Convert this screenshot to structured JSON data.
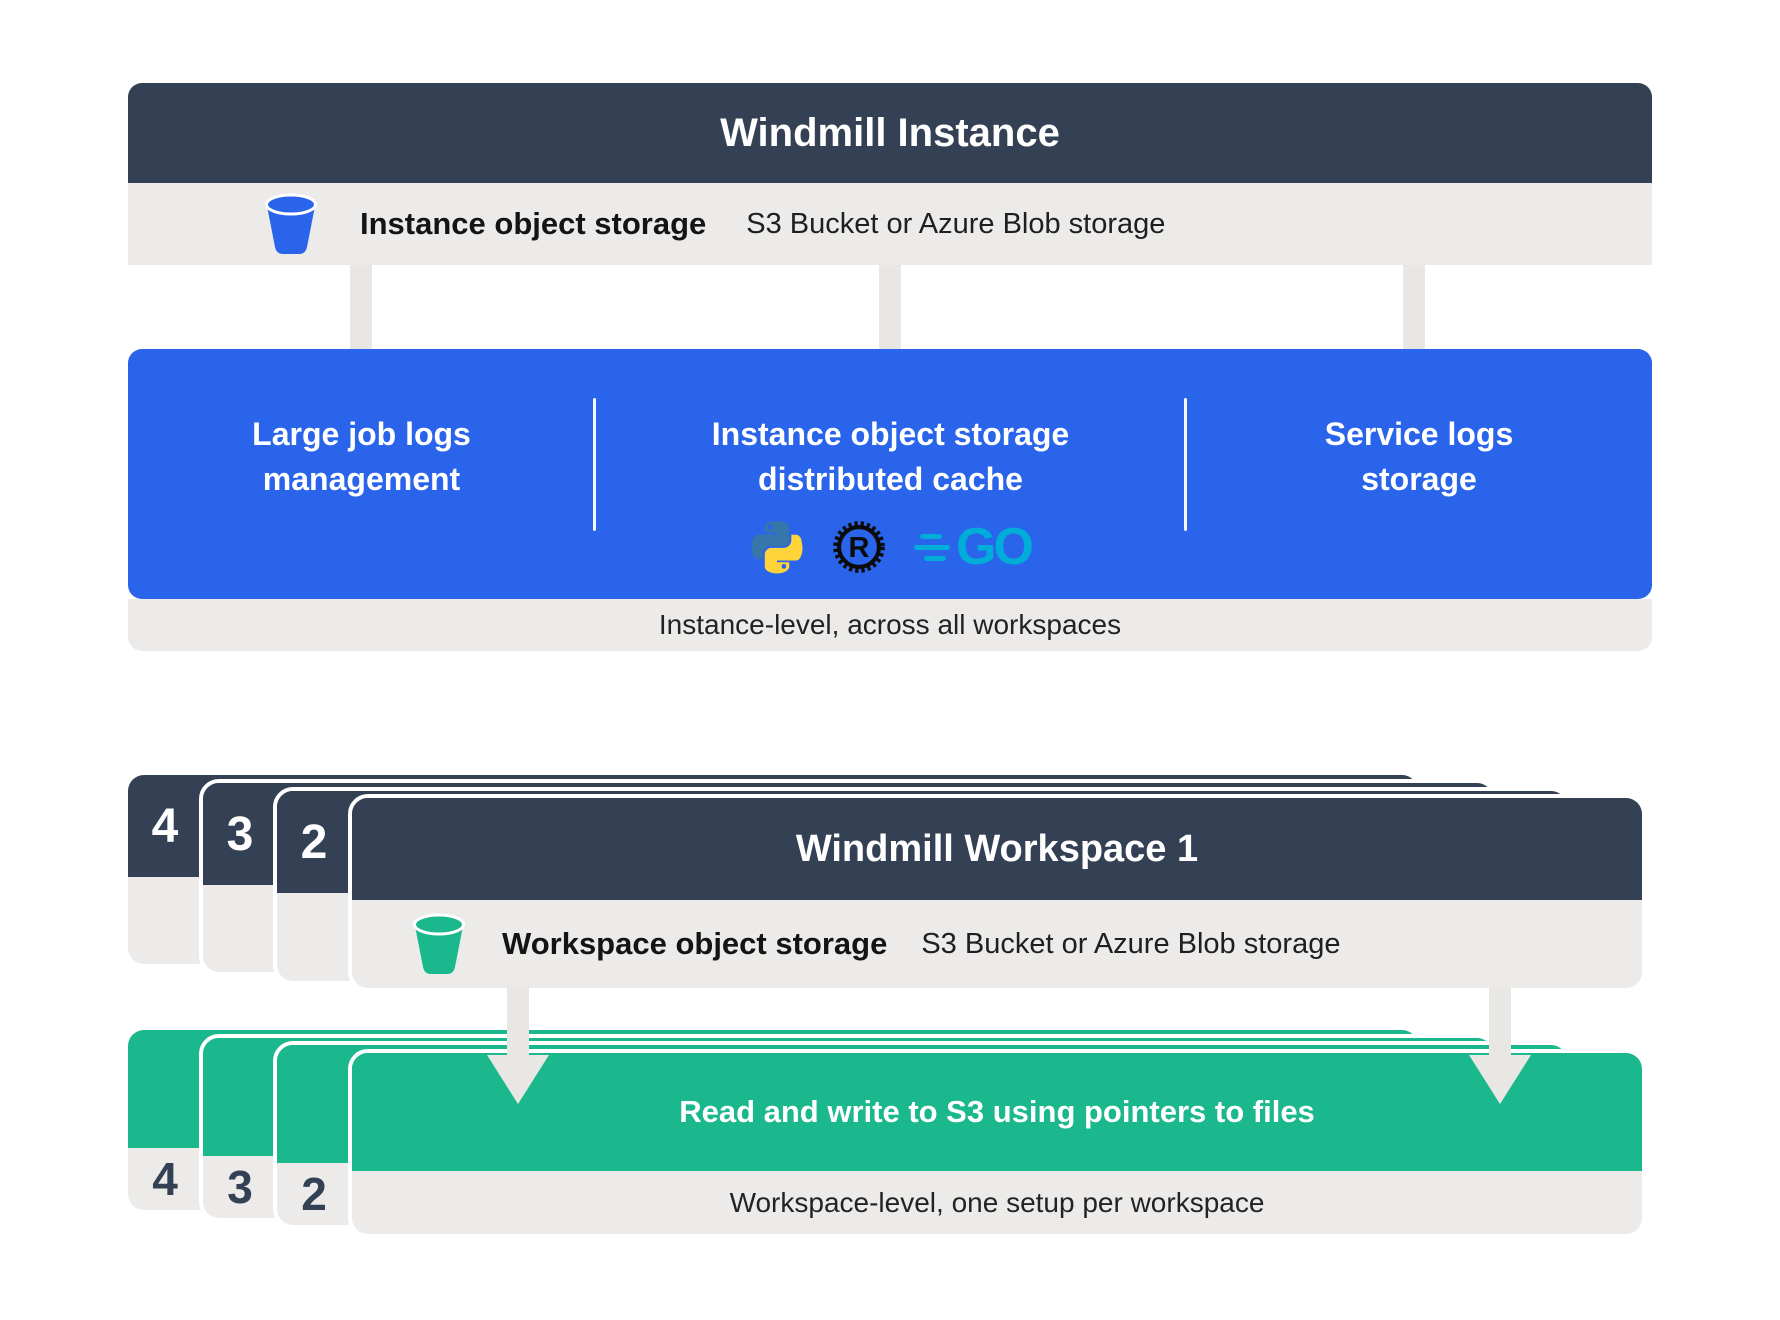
{
  "instance": {
    "title": "Windmill Instance",
    "storage_label": "Instance object storage",
    "storage_detail": "S3 Bucket or Azure Blob storage",
    "features": [
      {
        "lines": [
          "Large job logs",
          "management"
        ]
      },
      {
        "lines": [
          "Instance object storage",
          "distributed cache"
        ]
      },
      {
        "lines": [
          "Service logs",
          "storage"
        ]
      }
    ],
    "footer": "Instance-level, across all workspaces"
  },
  "workspace": {
    "title": "Windmill Workspace 1",
    "stack_numbers": [
      "4",
      "3",
      "2"
    ],
    "storage_label": "Workspace object storage",
    "storage_detail": "S3 Bucket or Azure Blob storage",
    "action": "Read and write to S3 using pointers to files",
    "footer": "Workspace-level, one setup per workspace"
  },
  "icons": {
    "instance_bucket": "bucket-icon",
    "workspace_bucket": "bucket-icon",
    "languages": [
      "python-icon",
      "rust-icon",
      "go-icon"
    ],
    "rust_letter": "R",
    "go_label": "GO"
  },
  "colors": {
    "dark": "#344154",
    "blue": "#2a64ea",
    "green": "#1ab88c",
    "gray_bar": "#ecebe9",
    "arrow": "#e9e7e4",
    "python_blue": "#3776AB",
    "python_yellow": "#FFD43B",
    "go_cyan": "#00ACD8"
  }
}
